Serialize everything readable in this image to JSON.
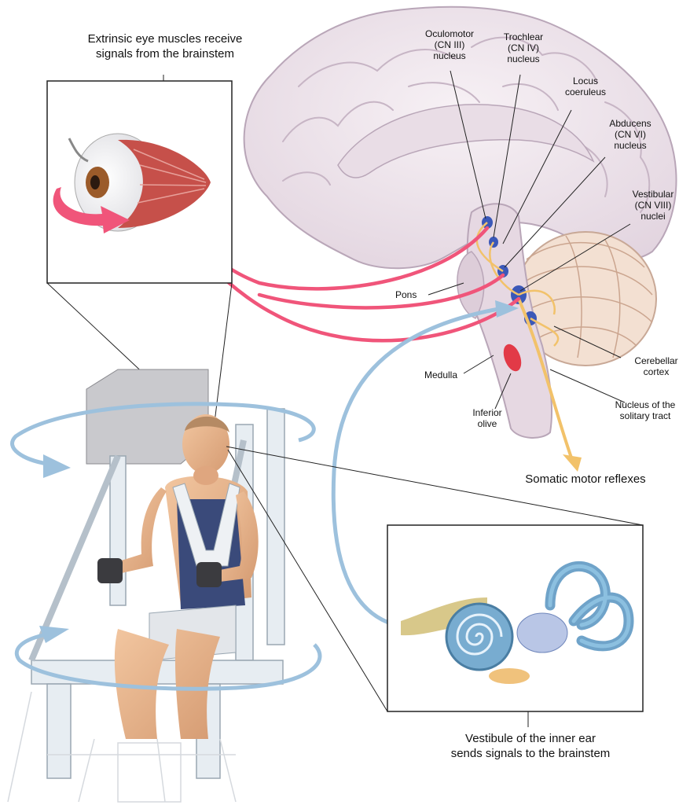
{
  "labels": {
    "eye_title": "Extrinsic eye muscles receive\nsignals from the brainstem",
    "oculomotor": "Oculomotor\n(CN III)\nnucleus",
    "trochlear": "Trochlear\n(CN IV)\nnucleus",
    "locus": "Locus\ncoeruleus",
    "abducens": "Abducens\n(CN VI)\nnucleus",
    "vestibular": "Vestibular\n(CN VIII)\nnuclei",
    "pons": "Pons",
    "medulla": "Medulla",
    "inferior_olive": "Inferior\nolive",
    "cerebellar": "Cerebellar\ncortex",
    "solitary": "Nucleus of the\nsolitary tract",
    "somatic": "Somatic motor reflexes",
    "vestibule": "Vestibule of the inner ear\nsends signals to the brainstem"
  },
  "colors": {
    "brain": "#efe6ec",
    "brain_outline": "#b9a6b8",
    "cerebellum": "#f3e0d2",
    "nucleus_blue": "#3b58b8",
    "olive_red": "#e23a47",
    "signal_pink": "#f0557a",
    "vestibular_blue": "#9dc1dd",
    "reflex_yellow": "#f2c26a"
  }
}
